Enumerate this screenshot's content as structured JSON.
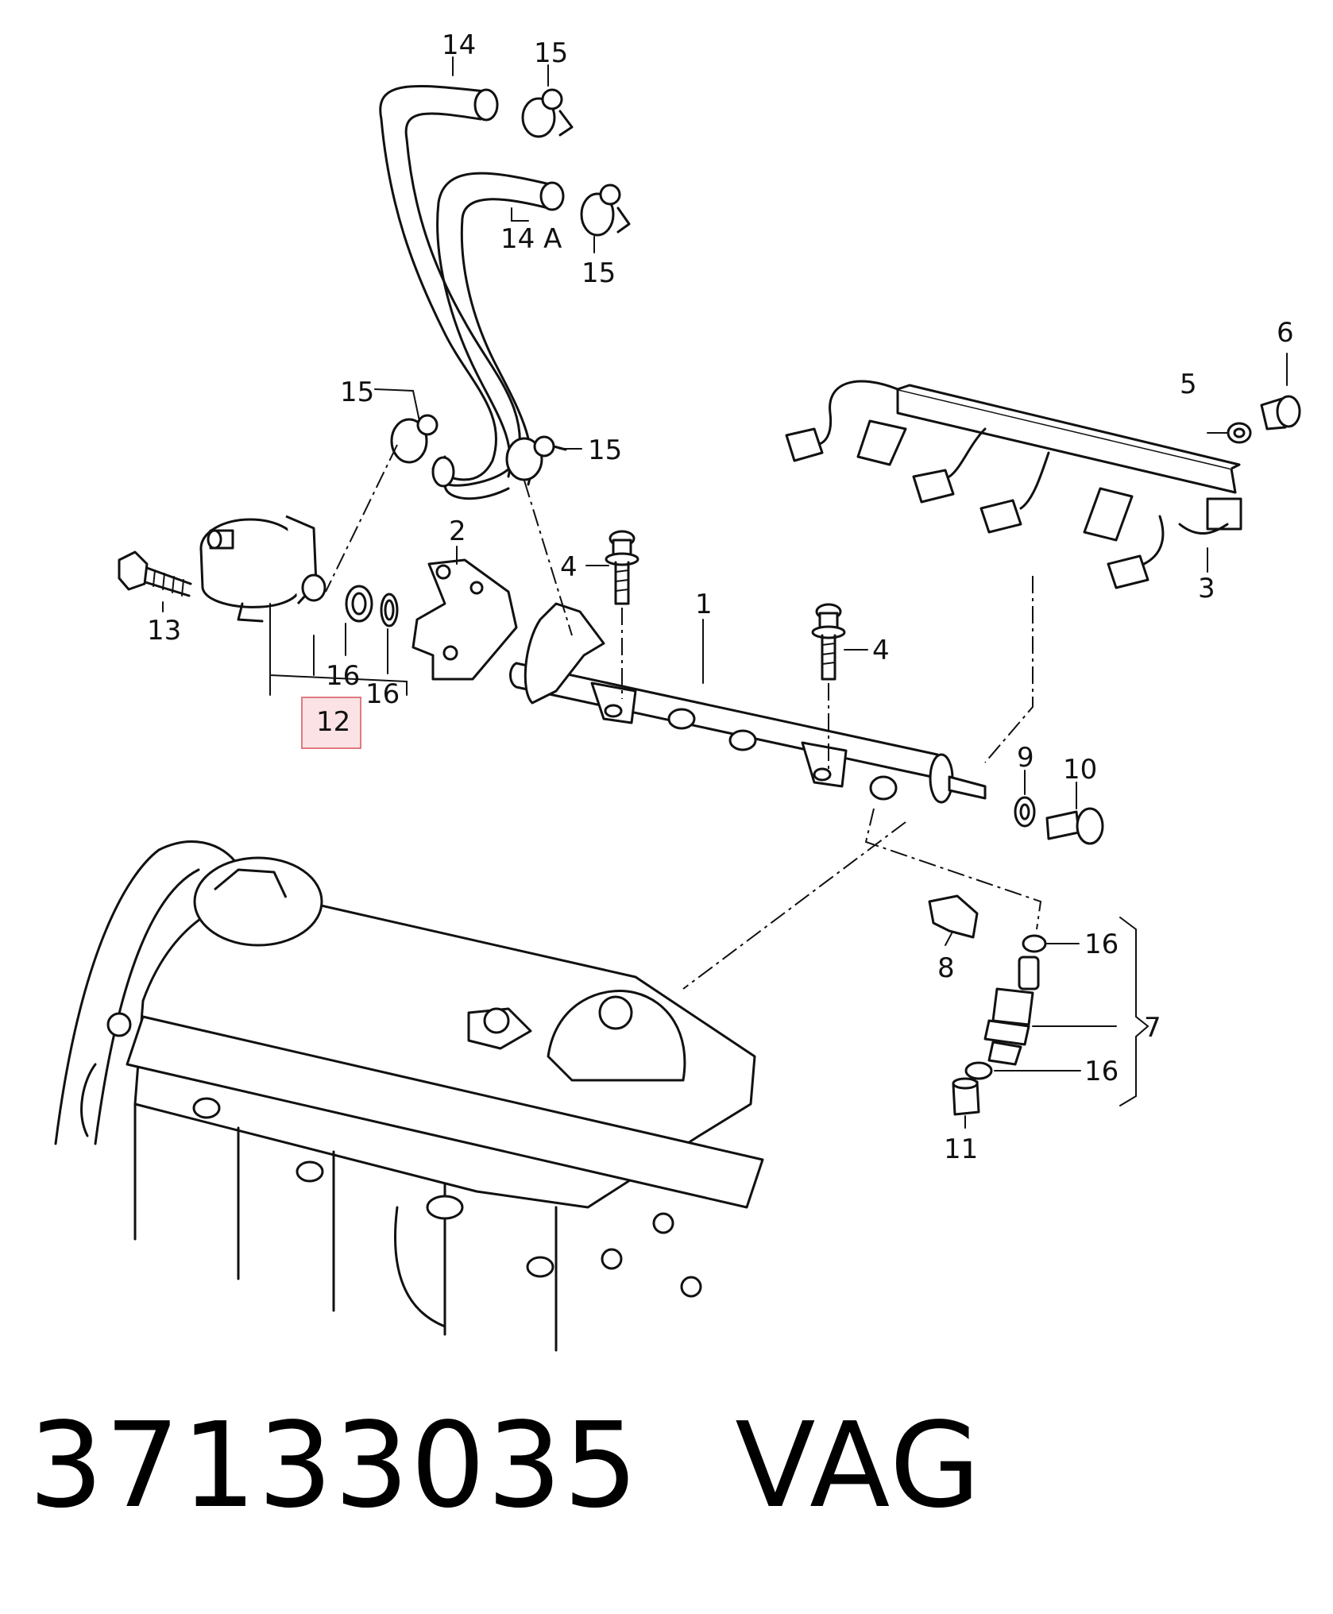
{
  "callouts": {
    "c1": "1",
    "c2": "2",
    "c3": "3",
    "c4a": "4",
    "c4b": "4",
    "c5": "5",
    "c6": "6",
    "c7": "7",
    "c8": "8",
    "c9": "9",
    "c10": "10",
    "c11": "11",
    "c12": "12",
    "c13": "13",
    "c14": "14",
    "c14a": "14 A",
    "c15a": "15",
    "c15b": "15",
    "c15c": "15",
    "c15d": "15",
    "c16a": "16",
    "c16b": "16",
    "c16c": "16",
    "c16d": "16"
  },
  "highlight": {
    "label": "12",
    "stroke": "#e07a80",
    "fill": "#fbe3e5"
  },
  "caption": {
    "part_number": "37133035",
    "brand": "VAG"
  }
}
